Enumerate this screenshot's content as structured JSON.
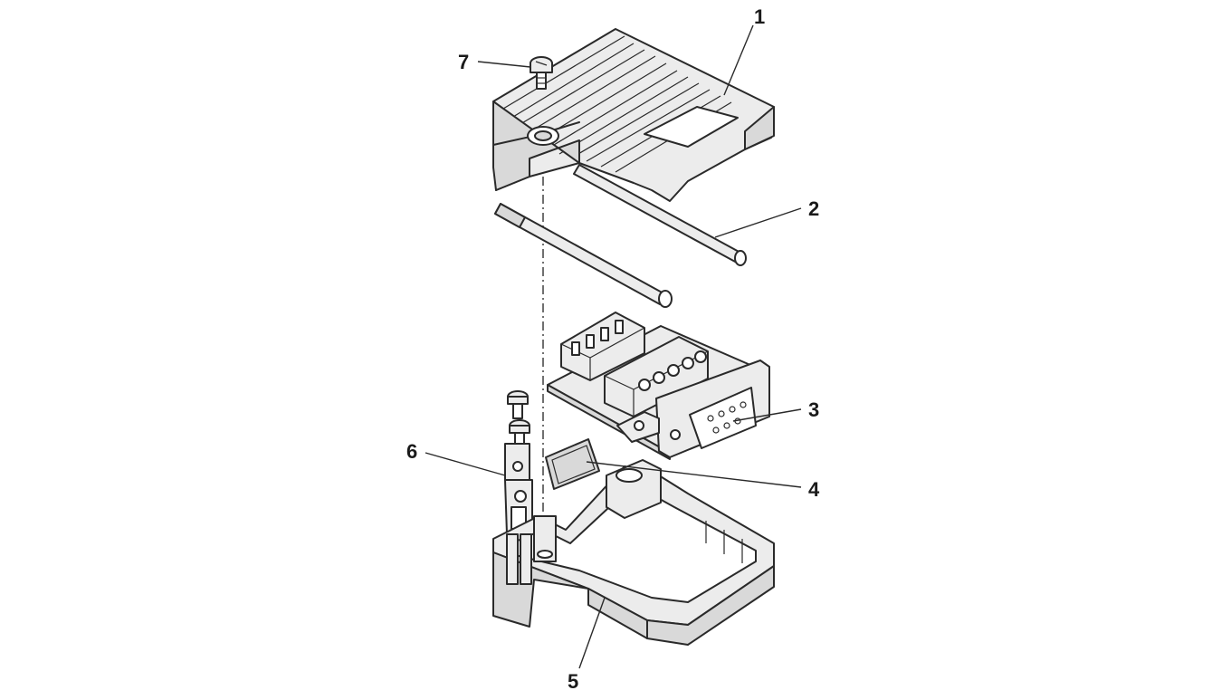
{
  "diagram": {
    "callouts": [
      {
        "id": "1",
        "label": "1"
      },
      {
        "id": "2",
        "label": "2"
      },
      {
        "id": "3",
        "label": "3"
      },
      {
        "id": "4",
        "label": "4"
      },
      {
        "id": "5",
        "label": "5"
      },
      {
        "id": "6",
        "label": "6"
      },
      {
        "id": "7",
        "label": "7"
      }
    ],
    "parts": [
      {
        "name": "top-housing-cover"
      },
      {
        "name": "threaded-bolts"
      },
      {
        "name": "terminal-block-pcb-with-dsub-connector"
      },
      {
        "name": "insulating-pad"
      },
      {
        "name": "bottom-housing-shell"
      },
      {
        "name": "strain-relief-clamp"
      },
      {
        "name": "cover-screw"
      }
    ]
  }
}
